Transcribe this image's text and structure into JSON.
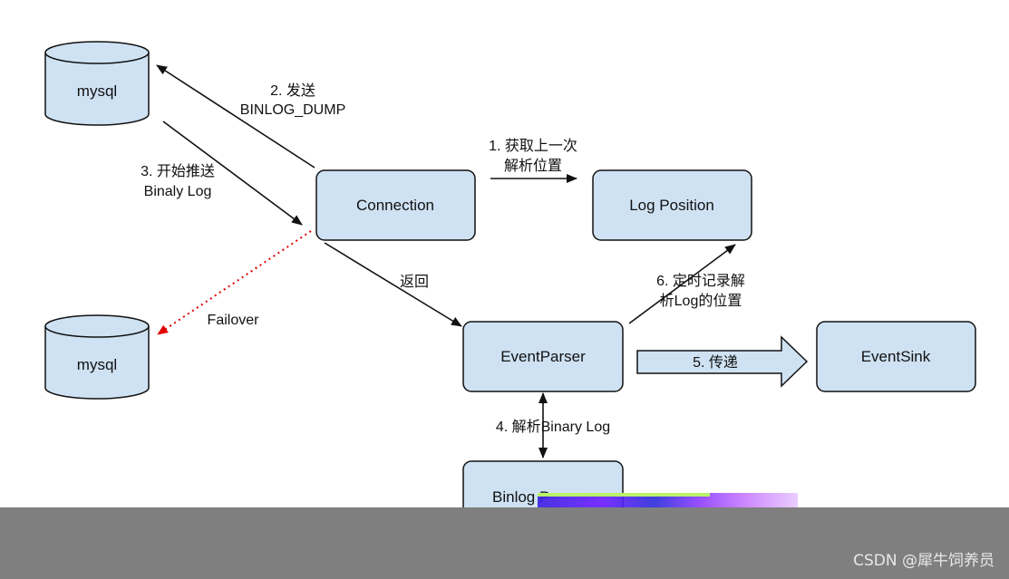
{
  "colors": {
    "node_fill": "#cfe2f3",
    "node_stroke": "#111111",
    "edge": "#111111",
    "failover_edge": "#e00000",
    "footer": "#7f7f7f",
    "watermark": "#e8e8e8"
  },
  "nodes": {
    "mysql_top": "mysql",
    "mysql_bottom": "mysql",
    "connection": "Connection",
    "log_position": "Log Position",
    "event_parser": "EventParser",
    "event_sink": "EventSink",
    "binlog_parser": "Binlog P"
  },
  "edges": {
    "binlog_dump_line1": "2. 发送",
    "binlog_dump_line2": "BINLOG_DUMP",
    "push_line1": "3. 开始推送",
    "push_line2": "Binaly Log",
    "get_position_line1": "1.  获取上一次",
    "get_position_line2": "解析位置",
    "return": "返回",
    "failover": "Failover",
    "record_line1": "6. 定时记录解",
    "record_line2": "析Log的位置",
    "deliver": "5. 传递",
    "parse_binary": "4. 解析Binary Log"
  },
  "footer": {
    "watermark": "CSDN @犀牛饲养员"
  }
}
